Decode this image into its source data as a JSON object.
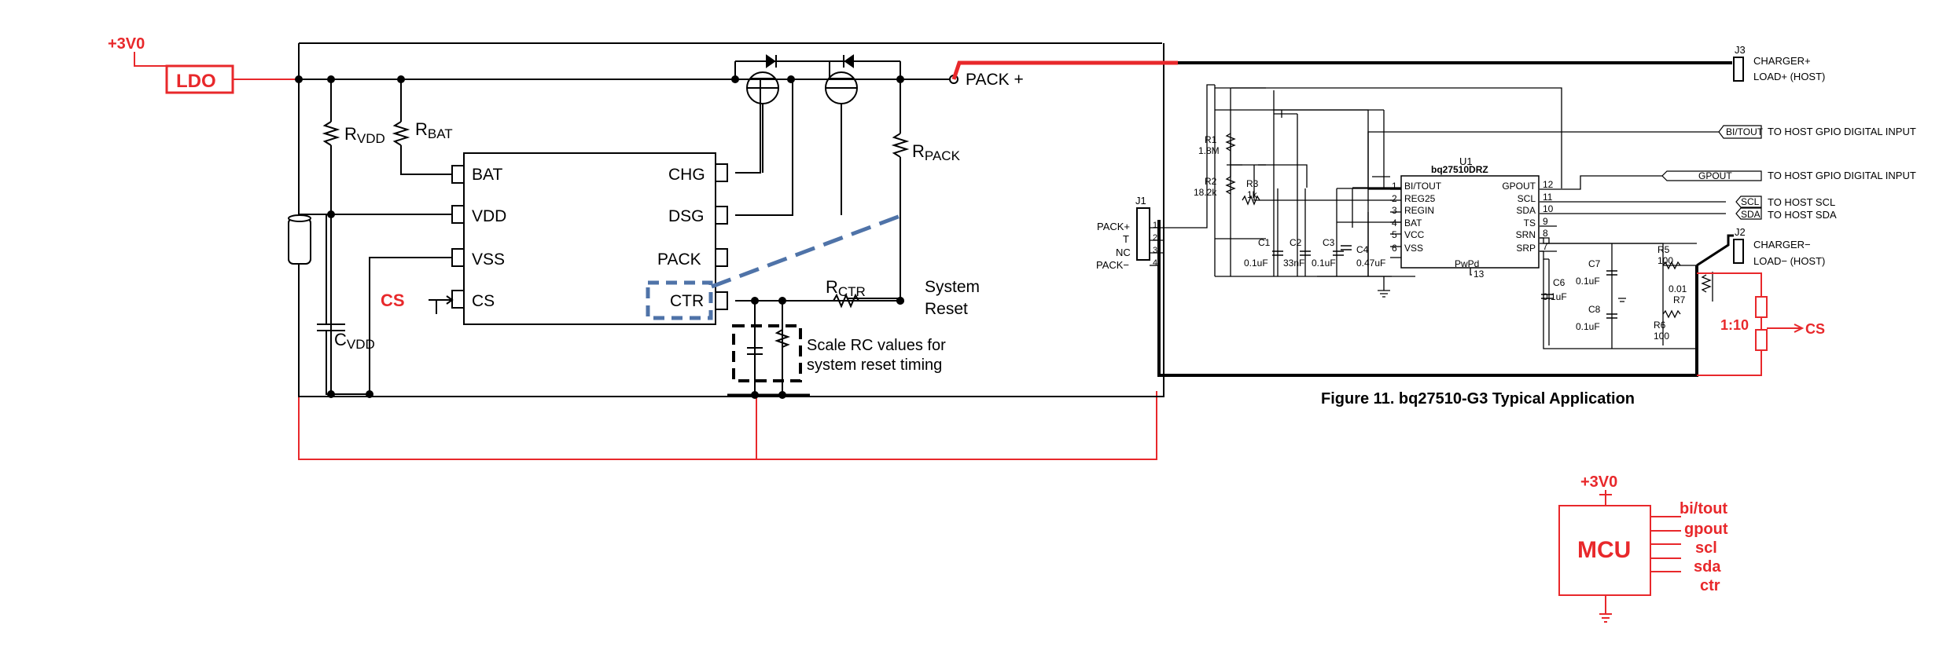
{
  "left_circuit": {
    "supply_label": "+3V0",
    "ldo_label": "LDO",
    "pack_plus": "PACK +",
    "r_vdd": {
      "main": "R",
      "sub": "VDD"
    },
    "r_bat": {
      "main": "R",
      "sub": "BAT"
    },
    "r_pack": {
      "main": "R",
      "sub": "PACK"
    },
    "r_ctr": {
      "main": "R",
      "sub": "CTR"
    },
    "c_vdd": {
      "main": "C",
      "sub": "VDD"
    },
    "ic_pins_left": [
      "BAT",
      "VDD",
      "VSS",
      "CS"
    ],
    "ic_pins_right": [
      "CHG",
      "DSG",
      "PACK",
      "CTR"
    ],
    "cs_label": "CS",
    "system_reset": [
      "System",
      "Reset"
    ],
    "rc_note": [
      "Scale RC values for",
      "system reset timing"
    ]
  },
  "right_circuit": {
    "j1_label": "J1",
    "j1_pins": [
      "PACK+",
      "T",
      "NC",
      "PACK−"
    ],
    "j1_pin_numbers": [
      "1",
      "2",
      "3",
      "4"
    ],
    "j2_label": "J2",
    "j2_texts": [
      "CHARGER−",
      "LOAD− (HOST)"
    ],
    "j3_label": "J3",
    "j3_texts": [
      "CHARGER+",
      "LOAD+ (HOST)"
    ],
    "r1": [
      "R1",
      "1.8M"
    ],
    "r2": [
      "R2",
      "18.2k"
    ],
    "r3": [
      "R3",
      "1k"
    ],
    "c1": [
      "C1",
      "0.1uF"
    ],
    "c2": [
      "C2",
      "33nF"
    ],
    "c3": [
      "C3",
      "0.1uF"
    ],
    "c4": [
      "C4",
      "0.47uF"
    ],
    "c6": [
      "C6",
      "0.1uF"
    ],
    "c7": [
      "C7",
      "0.1uF"
    ],
    "c8": [
      "C8",
      "0.1uF"
    ],
    "r5": [
      "R5",
      "100"
    ],
    "r6": [
      "R6",
      "100"
    ],
    "r7": [
      "0.01",
      "R7"
    ],
    "u1": [
      "U1",
      "bq27510DRZ"
    ],
    "u1_left_pins": [
      {
        "num": "1",
        "name": "BI/TOUT"
      },
      {
        "num": "2",
        "name": "REG25"
      },
      {
        "num": "3",
        "name": "REGIN"
      },
      {
        "num": "4",
        "name": "BAT"
      },
      {
        "num": "5",
        "name": "VCC"
      },
      {
        "num": "6",
        "name": "VSS"
      }
    ],
    "u1_right_pins": [
      {
        "num": "12",
        "name": "GPOUT"
      },
      {
        "num": "11",
        "name": "SCL"
      },
      {
        "num": "10",
        "name": "SDA"
      },
      {
        "num": "9",
        "name": "TS"
      },
      {
        "num": "8",
        "name": "SRN"
      },
      {
        "num": "7",
        "name": "SRP"
      }
    ],
    "u1_bottom": [
      "PwPd",
      "13"
    ],
    "flags": [
      "BI/TOUT",
      "GPOUT",
      "SCL",
      "SDA"
    ],
    "host_labels": [
      "TO HOST GPIO DIGITAL INPUT",
      "TO HOST GPIO DIGITAL INPUT",
      "TO HOST SCL",
      "TO HOST SDA"
    ],
    "ratio_label": "1:10",
    "cs_label": "CS",
    "figure_caption": "Figure 11.  bq27510-G3 Typical Application"
  },
  "mcu": {
    "supply_label": "+3V0",
    "label": "MCU",
    "pins": [
      "bi/tout",
      "gpout",
      "scl",
      "sda",
      "ctr"
    ]
  },
  "colors": {
    "annotation": "#e8282b",
    "wire": "#000000",
    "highlight": "#4f73a8"
  }
}
